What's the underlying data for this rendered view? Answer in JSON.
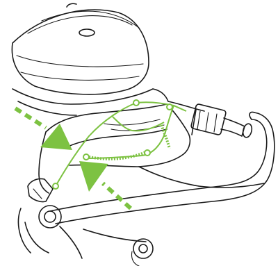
{
  "illustration": {
    "kind": "line drawing",
    "accent_color": "#7dc242",
    "line_color": "#1a1a1a",
    "background_color": "#ffffff",
    "arrows": [
      {
        "name": "arrow-upper-left",
        "direction": "right-down"
      },
      {
        "name": "arrow-lower",
        "direction": "up-left"
      }
    ]
  }
}
